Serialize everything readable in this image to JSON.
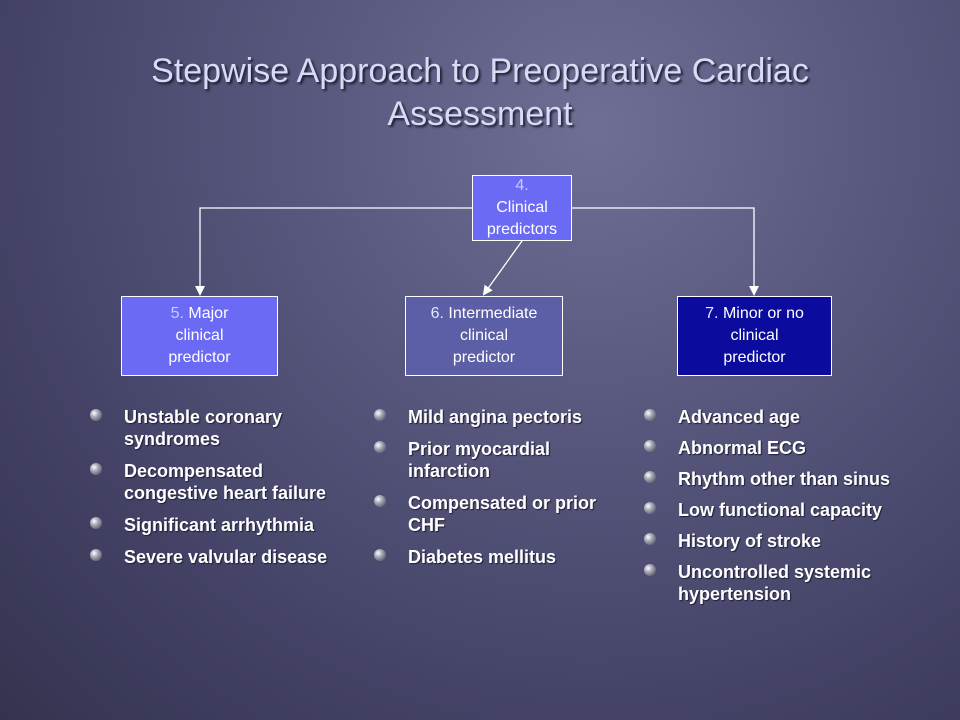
{
  "title": "Stepwise Approach to Preoperative Cardiac Assessment",
  "boxes": {
    "clinical": {
      "num": "4.",
      "label": "Clinical predictors"
    },
    "major": {
      "num": "5.",
      "label_line1": "Major",
      "label_rest": "clinical predictor"
    },
    "intermediate": {
      "num": "6.",
      "label_line1": "Intermediate",
      "label_rest": "clinical predictor"
    },
    "minor": {
      "num": "7.",
      "label_line1": "Minor or no",
      "label_rest": "clinical predictor"
    }
  },
  "lists": {
    "major": [
      "Unstable coronary syndromes",
      "Decompensated congestive heart failure",
      "Significant arrhythmia",
      "Severe valvular disease"
    ],
    "intermediate": [
      "Mild angina pectoris",
      "Prior myocardial infarction",
      "Compensated or prior CHF",
      "Diabetes mellitus"
    ],
    "minor": [
      "Advanced age",
      "Abnormal ECG",
      "Rhythm other than sinus",
      "Low functional capacity",
      "History of stroke",
      "Uncontrolled systemic hypertension"
    ]
  },
  "colors": {
    "major_box": "#6a6af5",
    "intermediate_box": "#5c5ea6",
    "minor_box": "#0b0b9e",
    "connector": "#ffffff"
  }
}
